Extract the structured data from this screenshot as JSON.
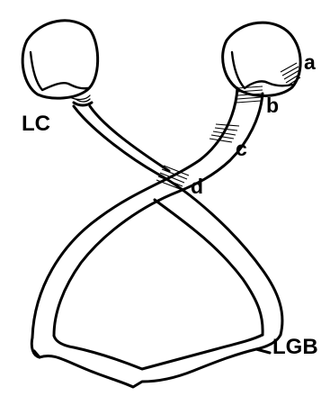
{
  "labels": {
    "lc": "LC",
    "a": "a",
    "b": "b",
    "c": "c",
    "d": "d",
    "lgb": "LGB"
  },
  "colors": {
    "ink": "#000000",
    "background": "#ffffff"
  }
}
